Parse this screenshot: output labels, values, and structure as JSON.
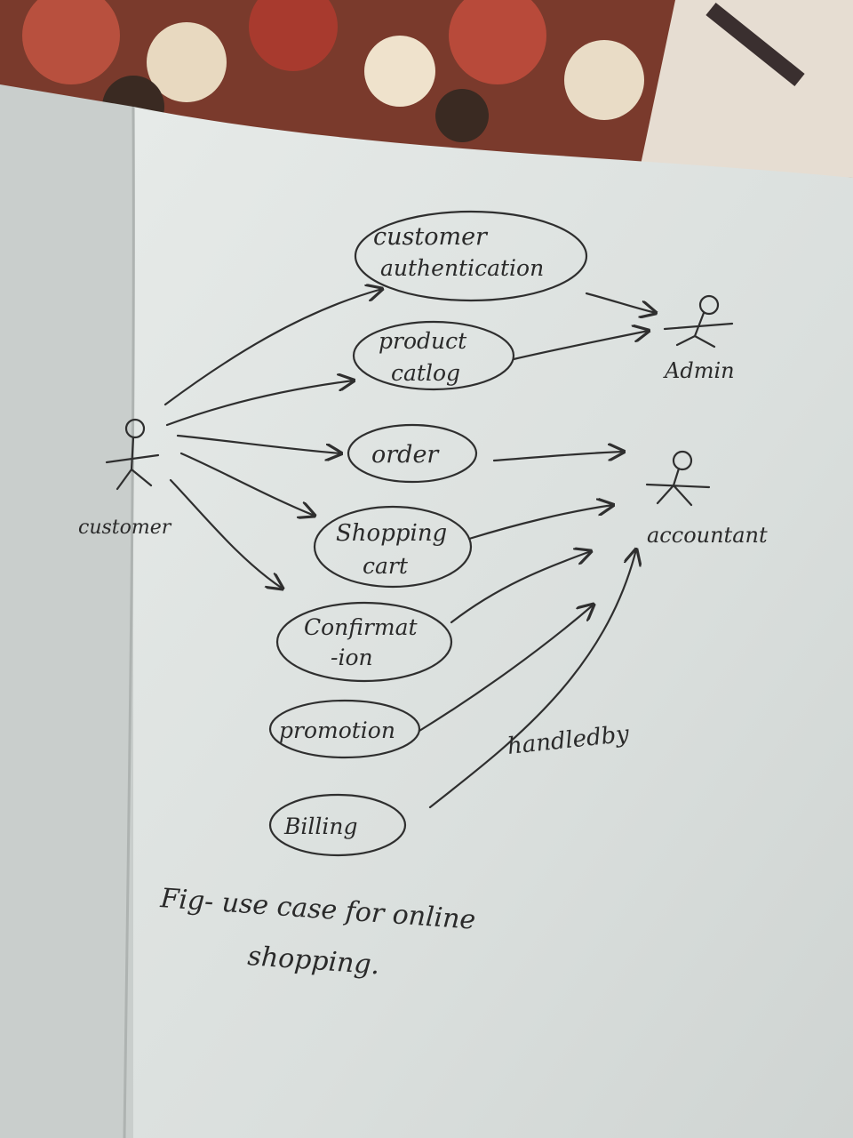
{
  "actors": {
    "customer": "customer",
    "admin": "Admin",
    "accountant": "accountant"
  },
  "use_cases": {
    "customer_authentication": [
      "customer",
      "authentication"
    ],
    "product_catalog": [
      "product",
      "catlog"
    ],
    "order": "order",
    "shopping_cart": [
      "Shopping",
      "cart"
    ],
    "confirmation": [
      "Confirmat",
      "-ion"
    ],
    "promotion": "promotion",
    "billing": "Billing"
  },
  "edge_label": "handledby",
  "caption": [
    "Fig- use case for online",
    "shopping."
  ],
  "colors": {
    "paper": "#dfe3e1",
    "ink": "#2f2f2f",
    "fabric": "#8a4a3a"
  }
}
